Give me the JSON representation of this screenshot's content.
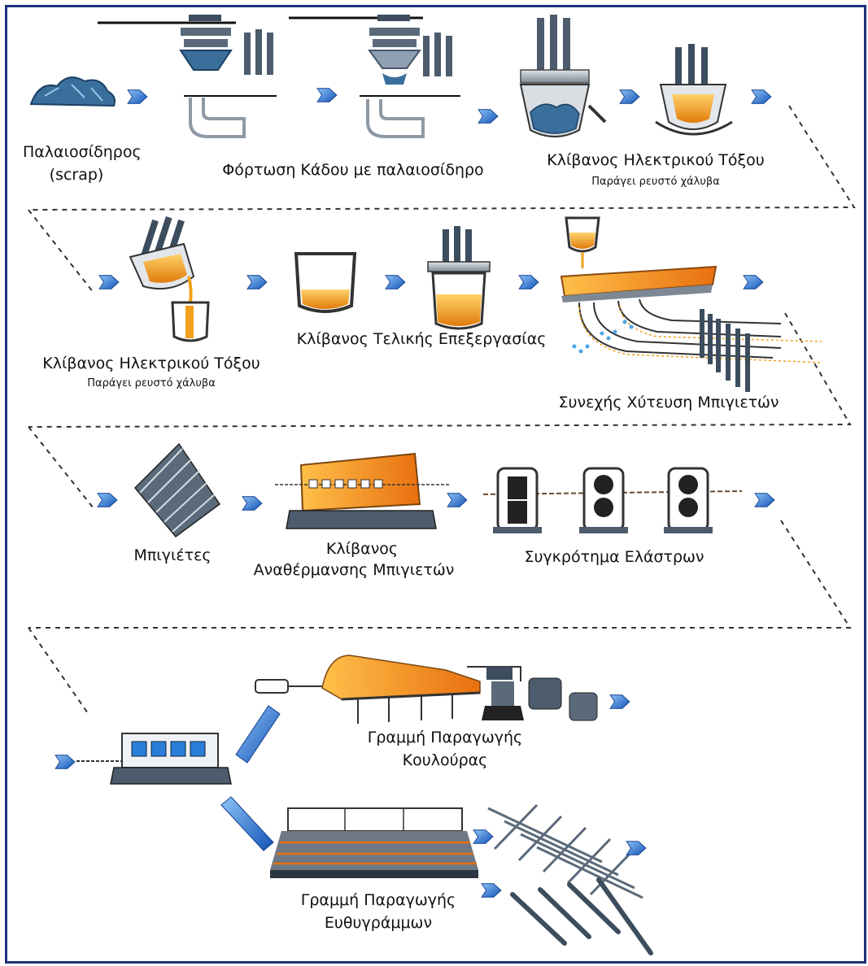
{
  "palette": {
    "frame": "#1e2f7a",
    "arrow": "#1f6fd1",
    "molten": "#f3a11a",
    "steel": "#5a6a7a",
    "scrap": "#3a6f9c"
  },
  "row1": {
    "scrap_label": "Παλαιοσίδηρος",
    "scrap_sub": "(scrap)",
    "loading_label": "Φόρτωση Κάδου με παλαιοσίδηρο",
    "eaf_label": "Κλίβανος Ηλεκτρικού Τόξου",
    "eaf_sub": "Παράγει ρευστό χάλυβα"
  },
  "row2": {
    "eaf_label": "Κλίβανος Ηλεκτρικού Τόξου",
    "eaf_sub": "Παράγει ρευστό χάλυβα",
    "ladle_label": "Κλίβανος Τελικής Επεξεργασίας",
    "caster_label": "Συνεχής Χύτευση Μπιγιετών"
  },
  "row3": {
    "billets_label": "Μπιγιέτες",
    "reheat_label_1": "Κλίβανος",
    "reheat_label_2": "Αναθέρμανσης Μπιγιετών",
    "mill_label": "Συγκρότημα Ελάστρων"
  },
  "row4": {
    "coil_label_1": "Γραμμή Παραγωγής",
    "coil_label_2": "Κουλούρας",
    "straight_label_1": "Γραμμή Παραγωγής",
    "straight_label_2": "Ευθυγράμμων"
  }
}
